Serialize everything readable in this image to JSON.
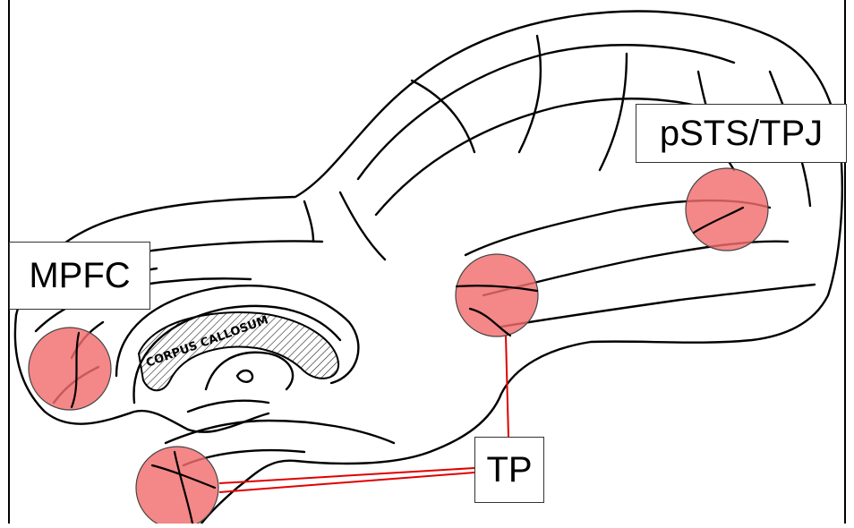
{
  "diagram": {
    "brain_inscription": "CORPUS CALLOSUM",
    "regions": [
      {
        "id": "mpfc",
        "label": "MPFC"
      },
      {
        "id": "pststpj",
        "label": "pSTS/TPJ"
      },
      {
        "id": "tp",
        "label": "TP"
      }
    ],
    "marker_color": "#f26d6d",
    "connector_color": "#e00000"
  }
}
